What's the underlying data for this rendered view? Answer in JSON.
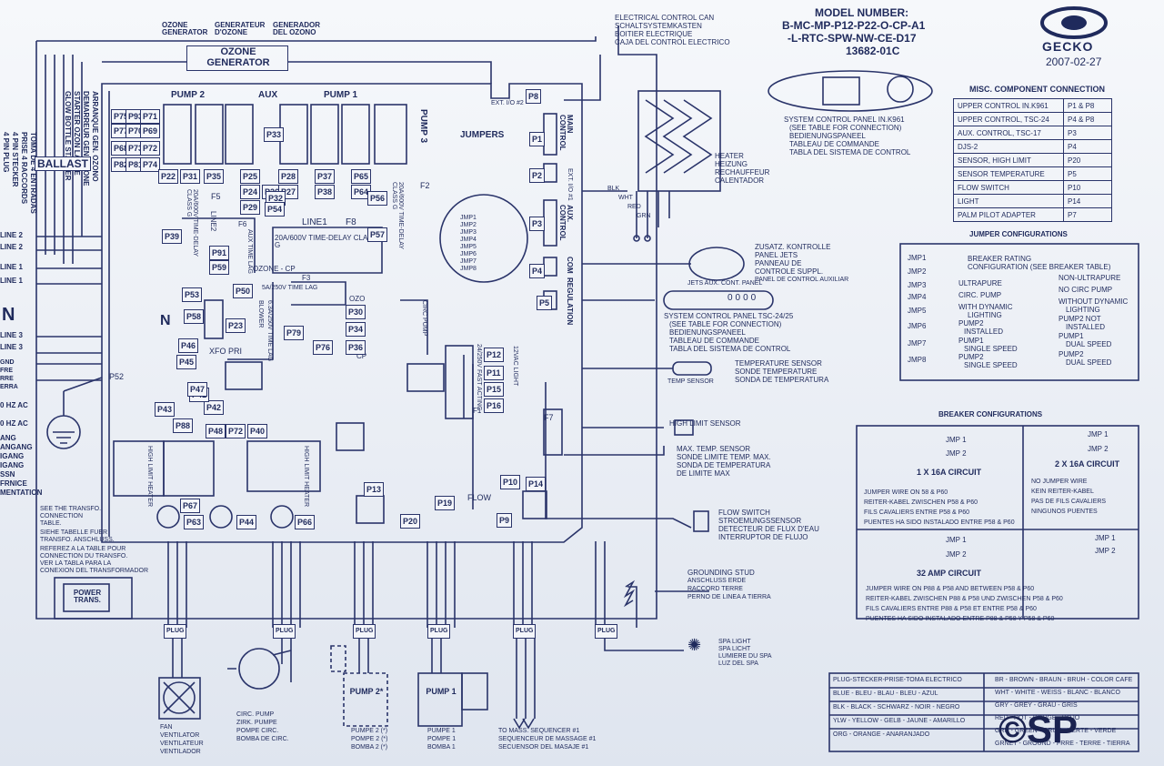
{
  "header": {
    "model_title": "MODEL NUMBER:",
    "model_line1": "B-MC-MP-P12-P22-O-CP-A1",
    "model_line2": "-L-RTC-SPW-NW-CE-D17",
    "model_line3": "13682-01C",
    "brand": "GECKO",
    "date": "2007-02-27",
    "electrical_can": [
      "ELECTRICAL CONTROL CAN",
      "SCHALTSYSTEMKASTEN",
      "BOITIER ELECTRIQUE",
      "CAJA DEL CONTROL ELECTRICO"
    ],
    "ozone_generator_titles": [
      "OZONE GENERATOR",
      "GENERATEUR D'OZONE",
      "GENERADOR DEL OZONO"
    ],
    "ozone_box": "OZONE GENERATOR"
  },
  "left_labels": {
    "plug": [
      "4 PIN PLUG",
      "4 PIN STECKER",
      "PRISE 4 RACCORDS",
      "TOMA DE 4 ENTRADAS"
    ],
    "starter": [
      "ARRANQUE GEN. OZONO",
      "DEMARREUR GEN. OZONE",
      "STARTER OZON LAMPE",
      "GLOW BOTTLE STARTER"
    ],
    "ballast": "BALLAST",
    "lines": [
      "LINE 2",
      "LINE 2",
      "LINE 1",
      "LINE 1",
      "LINE 3",
      "LINE 3"
    ],
    "n": "N",
    "gnd": [
      "GND",
      "FRE",
      "RRE",
      "ERRA"
    ],
    "hz": [
      "0 HZ AC",
      "0 HZ AC"
    ],
    "langs": [
      "ANG",
      "ANGANG",
      "IGANG",
      "IGANG"
    ],
    "ssn": [
      "SSN",
      "FRNICE",
      "MENTATION"
    ]
  },
  "transfo_note": [
    "SEE THE TRANSFO.",
    "CONNECTION",
    "TABLE.",
    "SIEHE TABELLE FUER",
    "TRANSFO. ANSCHLUSS.",
    "REFEREZ A LA TABLE POUR",
    "CONNECTION DU TRANSFO.",
    "VER LA TABLA PARA LA",
    "CONEXION DEL TRANSFORMADOR"
  ],
  "power_trans": "POWER TRANS.",
  "board": {
    "pump2": "PUMP 2",
    "aux": "AUX",
    "pump1": "PUMP 1",
    "pump3": "PUMP 3",
    "jumpers": "JUMPERS",
    "main_control": "MAIN CONTROL",
    "aux_control": "AUX. CONTROL",
    "com": "COM",
    "regulation": "REGULATION",
    "ext_io2": "EXT. I/O #2",
    "ext_io1": "EXT. I/O #1",
    "line1": "LINE1",
    "f8": "F8",
    "line2": "LINE2",
    "fuse_20_600_a": "20A/600V TIME-DELAY CLASS G",
    "fuse_20_600_b": "20A/600V TIME-DELAY CLASS G",
    "fuse_20_600_c": "20A/600V TIME-DELAY CLASS G",
    "ozone_cp": "OZONE - CP",
    "f3": "F3",
    "f3_rating": "5A/250V TIME LAG",
    "f4_rating": "6.3A/250V TIME LAG",
    "blower": "BLOWER",
    "f6": "F6",
    "f6_rating": "AUX TIME LAG",
    "xfo_pri": "XFO PRI",
    "circ_pump": "CIRC PUMP",
    "ozo": "OZO",
    "cp": "CP",
    "f1_rating": "24/250V FAST ACTING",
    "f1": "F1",
    "light_12v": "12VAC LIGHT",
    "flow": "FLOW",
    "p52": "P52",
    "f5": "F5",
    "f2": "F2",
    "f7": "F7",
    "n": "N",
    "jumpers_list": [
      "JMP1",
      "JMP2",
      "JMP3",
      "JMP4",
      "JMP5",
      "JMP6",
      "JMP7",
      "JMP8"
    ],
    "high_limit_a": "HIGH LIMIT HEATER",
    "high_limit_b": "HIGH LIMIT HEATER"
  },
  "connectors": [
    {
      "id": "P75"
    },
    {
      "id": "P77"
    },
    {
      "id": "P68"
    },
    {
      "id": "P82"
    },
    {
      "id": "P93"
    },
    {
      "id": "P70"
    },
    {
      "id": "P73"
    },
    {
      "id": "P81"
    },
    {
      "id": "P71"
    },
    {
      "id": "P69"
    },
    {
      "id": "P72"
    },
    {
      "id": "P74"
    },
    {
      "id": "P22"
    },
    {
      "id": "P31"
    },
    {
      "id": "P35"
    },
    {
      "id": "P25"
    },
    {
      "id": "P24"
    },
    {
      "id": "P26"
    },
    {
      "id": "P29"
    },
    {
      "id": "P28"
    },
    {
      "id": "P27"
    },
    {
      "id": "P37"
    },
    {
      "id": "P38"
    },
    {
      "id": "P65"
    },
    {
      "id": "P64"
    },
    {
      "id": "P32"
    },
    {
      "id": "P54"
    },
    {
      "id": "P33"
    },
    {
      "id": "P91"
    },
    {
      "id": "P59"
    },
    {
      "id": "P39"
    },
    {
      "id": "P53"
    },
    {
      "id": "P56"
    },
    {
      "id": "P57"
    },
    {
      "id": "P30"
    },
    {
      "id": "P34"
    },
    {
      "id": "P36"
    },
    {
      "id": "P79"
    },
    {
      "id": "P76"
    },
    {
      "id": "P23"
    },
    {
      "id": "P50"
    },
    {
      "id": "P12"
    },
    {
      "id": "P11"
    },
    {
      "id": "P15"
    },
    {
      "id": "P16"
    },
    {
      "id": "P13"
    },
    {
      "id": "P19"
    },
    {
      "id": "P20"
    },
    {
      "id": "P10"
    },
    {
      "id": "P14"
    },
    {
      "id": "P9"
    },
    {
      "id": "P8"
    },
    {
      "id": "P1"
    },
    {
      "id": "P2"
    },
    {
      "id": "P3"
    },
    {
      "id": "P4"
    },
    {
      "id": "P5"
    },
    {
      "id": "P48"
    },
    {
      "id": "P72"
    },
    {
      "id": "P40"
    },
    {
      "id": "P88"
    },
    {
      "id": "P43"
    },
    {
      "id": "P42"
    },
    {
      "id": "P41"
    },
    {
      "id": "P44"
    },
    {
      "id": "P45"
    },
    {
      "id": "P46"
    },
    {
      "id": "P47"
    },
    {
      "id": "P66"
    },
    {
      "id": "P67"
    },
    {
      "id": "P63"
    },
    {
      "id": "P58"
    }
  ],
  "right_labels": {
    "control_panel_k961": [
      "SYSTEM CONTROL PANEL IN.K961",
      "(SEE TABLE FOR CONNECTION)",
      "BEDIENUNGSPANEEL",
      "TABLEAU DE COMMANDE",
      "TABLA DEL SISTEMA DE CONTROL"
    ],
    "heater": [
      "HEATER",
      "HEIZUNG",
      "RECHAUFFEUR",
      "CALENTADOR"
    ],
    "heater_wires": [
      "BLK",
      "WHT",
      "RED",
      "GRN"
    ],
    "jets_aux": "JETS AUX. CONT. PANEL",
    "zusatz": [
      "ZUSATZ. KONTROLLE",
      "PANEL JETS",
      "PANNEAU DE",
      "CONTROLE SUPPL.",
      "PANEL DE CONTROL AUXILIAR"
    ],
    "tsc_panel": [
      "SYSTEM CONTROL PANEL TSC-24/25",
      "(SEE TABLE FOR CONNECTION)",
      "BEDIENUNGSPANEEL",
      "TABLEAU DE COMMANDE",
      "TABLA DEL SISTEMA DE CONTROL"
    ],
    "tsc_display": "0000",
    "temp_sensor": "TEMP SENSOR",
    "temp_sensor_labels": [
      "TEMPERATURE SENSOR",
      "SONDE TEMPERATURE",
      "SONDA DE TEMPERATURA"
    ],
    "high_limit_sensor": "HIGH LIMIT SENSOR",
    "high_limit_labels": [
      "MAX. TEMP. SENSOR",
      "SONDE LIMITE TEMP. MAX.",
      "SONDA DE TEMPERATURA",
      "DE LIMITE MAX"
    ],
    "flow_switch": [
      "FLOW SWITCH",
      "STROEMUNGSSENSOR",
      "DETECTEUR DE FLUX D'EAU",
      "INTERRUPTOR DE FLUJO"
    ],
    "grounding": [
      "GROUNDING STUD",
      "ANSCHLUSS ERDE",
      "RACCORD TERRE",
      "PERNO DE LINEA A TIERRA"
    ],
    "spa_light": [
      "SPA LIGHT",
      "SPA LICHT",
      "LUMIERE DU SPA",
      "LUZ DEL SPA"
    ]
  },
  "misc_table": {
    "title": "MISC. COMPONENT CONNECTION",
    "rows": [
      {
        "name": "UPPER CONTROL IN.K961",
        "port": "P1 & P8"
      },
      {
        "name": "UPPER CONTROL, TSC-24",
        "port": "P4 & P8"
      },
      {
        "name": "AUX. CONTROL, TSC-17",
        "port": "P3"
      },
      {
        "name": "DJS-2",
        "port": "P4"
      },
      {
        "name": "SENSOR, HIGH LIMIT",
        "port": "P20"
      },
      {
        "name": "SENSOR TEMPERATURE",
        "port": "P5"
      },
      {
        "name": "FLOW SWITCH",
        "port": "P10"
      },
      {
        "name": "LIGHT",
        "port": "P14"
      },
      {
        "name": "PALM PILOT ADAPTER",
        "port": "P7"
      }
    ]
  },
  "jumper_config": {
    "title": "JUMPER CONFIGURATIONS",
    "jmp1": "JMP1",
    "jmp2": "JMP2",
    "jmp3": "JMP3",
    "jmp4": "JMP4",
    "jmp5": "JMP5",
    "jmp6": "JMP6",
    "jmp7": "JMP7",
    "jmp8": "JMP8",
    "breaker_rating": [
      "BREAKER RATING",
      "CONFIGURATION (SEE BREAKER TABLE)"
    ],
    "ultrapure": "ULTRAPURE",
    "non_ultrapure": "NON-ULTRAPURE",
    "circ_pump": "CIRC. PUMP",
    "no_circ_pump": "NO CIRC PUMP",
    "with_dynamic": [
      "WITH DYNAMIC",
      "LIGHTING"
    ],
    "without_dynamic": [
      "WITHOUT DYNAMIC",
      "LIGHTING"
    ],
    "pump2_installed": [
      "PUMP2",
      "INSTALLED"
    ],
    "pump2_not_installed": [
      "PUMP2 NOT",
      "INSTALLED"
    ],
    "pump1_single": [
      "PUMP1",
      "SINGLE SPEED"
    ],
    "pump1_dual": [
      "PUMP1",
      "DUAL SPEED"
    ],
    "pump2_single": [
      "PUMP2",
      "SINGLE SPEED"
    ],
    "pump2_dual": [
      "PUMP2",
      "DUAL SPEED"
    ]
  },
  "breaker_config": {
    "title": "BREAKER CONFIGURATIONS",
    "jmp1": "JMP 1",
    "jmp2": "JMP 2",
    "c1_title": "1 X 16A CIRCUIT",
    "c1_text": [
      "JUMPER WIRE ON 58 & P60",
      "REITER-KABEL ZWISCHEN P58 & P60",
      "FILS CAVALIERS ENTRE P58 & P60",
      "PUENTES HA SIDO INSTALADO ENTRE P58 & P60"
    ],
    "c2_title": "2 X 16A CIRCUIT",
    "c2_text": [
      "NO JUMPER WIRE",
      "KEIN REITER-KABEL",
      "PAS DE FILS CAVALIERS",
      "NINGUNOS PUENTES"
    ],
    "c3_title": "32 AMP CIRCUIT",
    "c3_text": [
      "JUMPER WIRE ON P88 & P58 AND BETWEEN P58 & P60",
      "REITER-KABEL ZWISCHEN P88 & P58 UND ZWISCHEN P58 & P60",
      "FILS CAVALIERS ENTRE P88 & P58 ET ENTRE P58 & P60",
      "PUENTES HA SIDO INSTALADO ENTRE P88 & P58 Y P58 & P60"
    ]
  },
  "color_legend": {
    "left": [
      "PLUG-STECKER-PRISE-TOMA ELECTRICO",
      "BLUE - BLEU - BLAU - BLEU - AZUL",
      "BLK - BLACK - SCHWARZ - NOIR - NEGRO",
      "YLW - YELLOW - GELB - JAUNE - AMARILLO",
      "ORG - ORANGE - ANARANJADO"
    ],
    "right": [
      "BR - BROWN - BRAUN - BRUH - COLOR CAFE",
      "WHT - WHITE - WEISS - BLANC - BLANCO",
      "GRY - GREY - GRAU - GRIS",
      "RED - ROT - ROUGE - ROJO",
      "GRN - GREEN - GRUN - VERTE - VERDE",
      "GRNET - GROUND - FRRE - TERRE - TIERRA"
    ]
  },
  "bottom": {
    "plug": "PLUG",
    "fan": [
      "FAN",
      "VENTILATOR",
      "VENTILATEUR",
      "VENTILADOR"
    ],
    "circ_pump": [
      "CIRC. PUMP",
      "ZIRK. PUMPE",
      "POMPE CIRC.",
      "BOMBA DE CIRC."
    ],
    "pump2": [
      "PUMPE 2 (*)",
      "POMPE 2 (*)",
      "BOMBA 2 (*)"
    ],
    "pump2_label": "PUMP 2*",
    "pump1": [
      "PUMPE 1",
      "POMPE 1",
      "BOMBA 1"
    ],
    "pump1_label": "PUMP 1",
    "mass_seq": [
      "TO MASS. SEQUENCER #1",
      "SEQUENCEUR DE MASSAGE #1",
      "SECUENSOR DEL MASAJE #1"
    ]
  },
  "watermark": "©SP"
}
